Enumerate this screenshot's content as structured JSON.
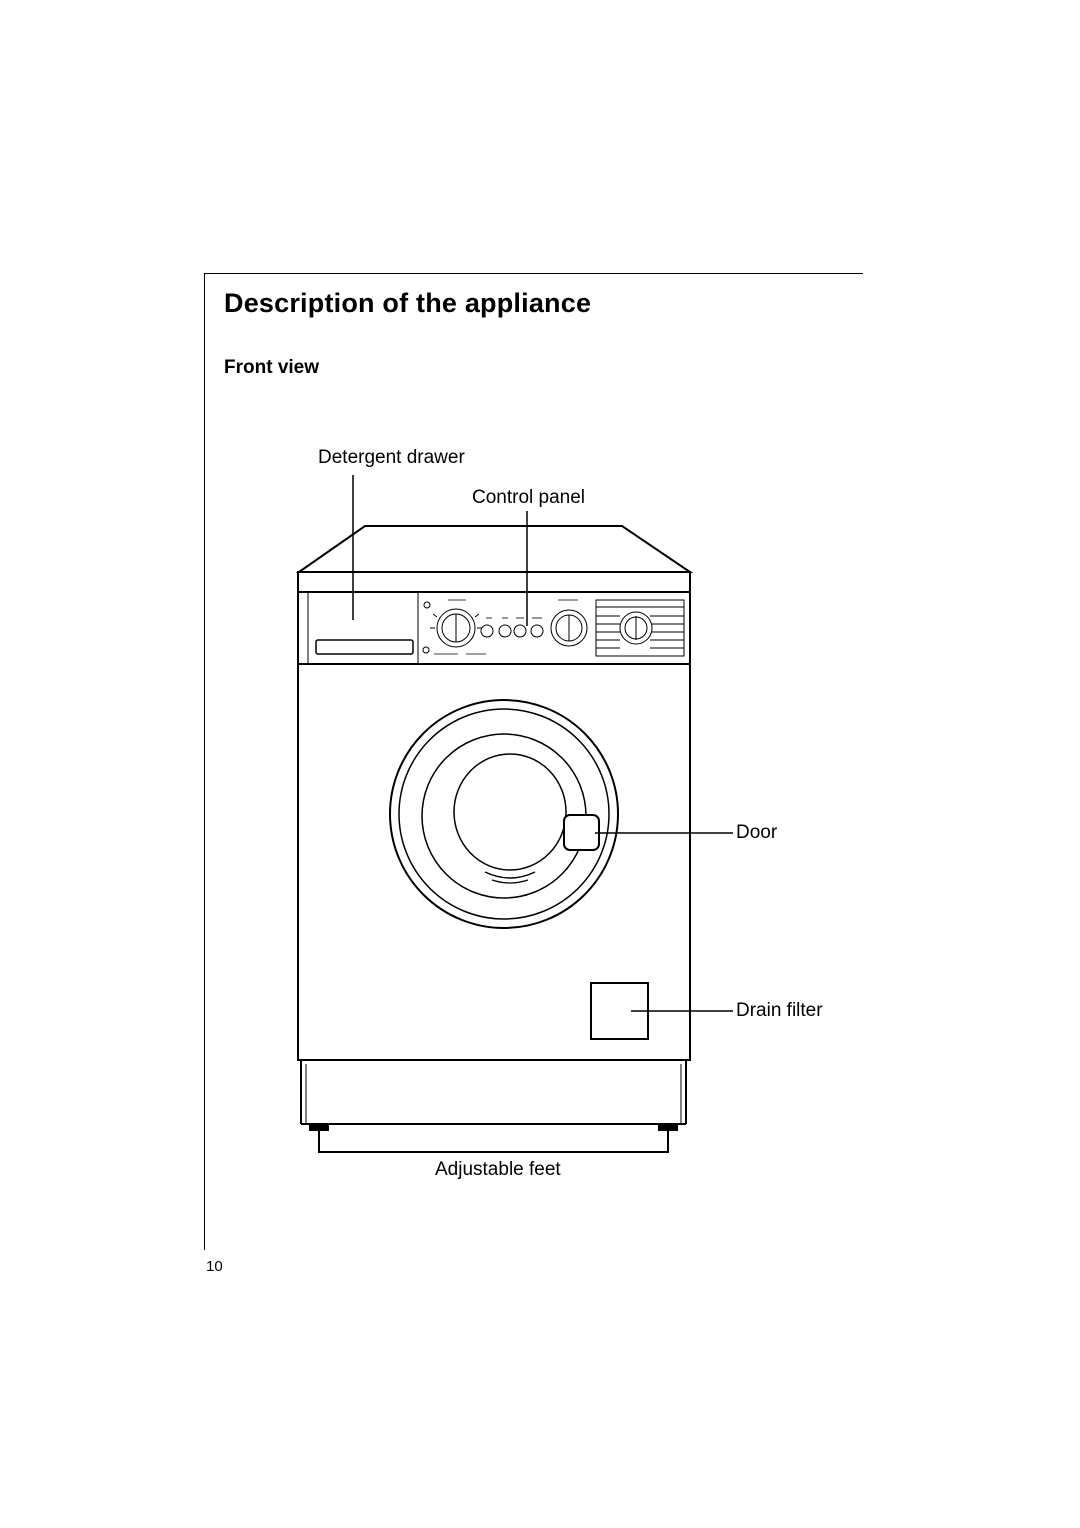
{
  "page": {
    "title": "Description of the appliance",
    "section": "Front view",
    "page_number": "10"
  },
  "callouts": {
    "detergent_drawer": "Detergent drawer",
    "control_panel": "Control panel",
    "door": "Door",
    "drain_filter": "Drain filter",
    "adjustable_feet": "Adjustable feet"
  },
  "illustration": {
    "subject": "washing machine front view",
    "stroke_color": "#000000",
    "fill_color": "#ffffff"
  }
}
